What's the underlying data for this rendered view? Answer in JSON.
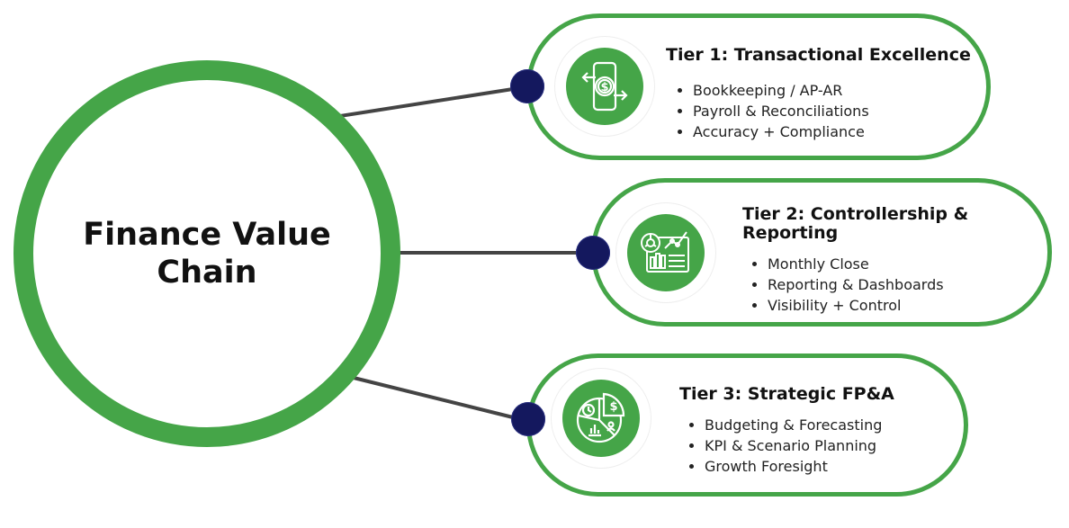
{
  "hub": {
    "title": "Finance Value Chain"
  },
  "colors": {
    "green": "#45a548",
    "navy": "#14185e",
    "connector": "#444444"
  },
  "tiers": [
    {
      "title": "Tier 1: Transactional Excellence",
      "icon": "mobile-payment-exchange-icon",
      "bullets": [
        "Bookkeeping / AP-AR",
        "Payroll & Reconciliations",
        "Accuracy + Compliance"
      ]
    },
    {
      "title": "Tier 2: Controllership & Reporting",
      "icon": "dashboard-report-icon",
      "bullets": [
        "Monthly Close",
        "Reporting & Dashboards",
        "Visibility + Control"
      ]
    },
    {
      "title": "Tier 3: Strategic FP&A",
      "icon": "pie-chart-planning-icon",
      "bullets": [
        "Budgeting & Forecasting",
        "KPI & Scenario Planning",
        "Growth Foresight"
      ]
    }
  ]
}
